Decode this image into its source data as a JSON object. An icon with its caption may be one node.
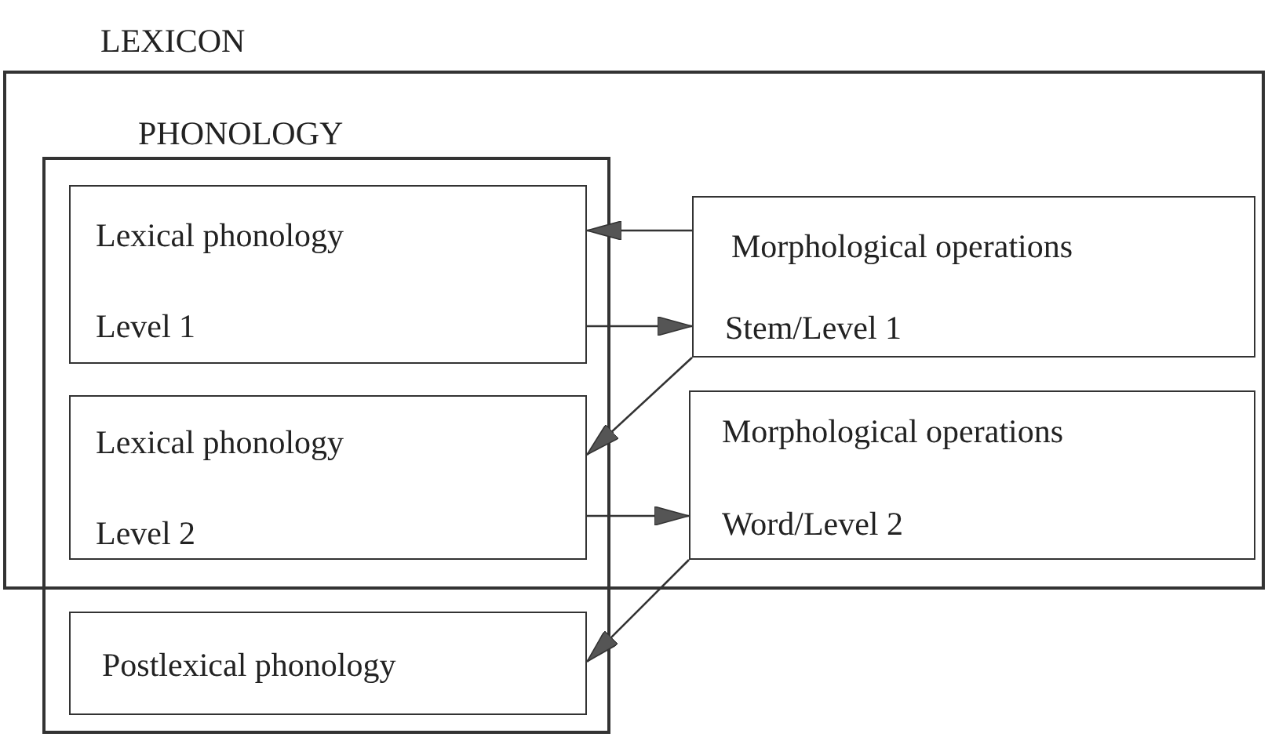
{
  "diagram": {
    "nodes": [
      {
        "text": [
          "LEXICON"
        ]
      },
      {
        "text": [],
        "shape": "box"
      },
      {
        "text": [
          "Lexical phonology",
          "Level 1"
        ]
      },
      {
        "text": [
          "Lexical phonology",
          "Level 2"
        ]
      },
      {
        "text": [
          "Postlexical phonology"
        ],
        "in": 1
      },
      {
        "text": [
          "Morphological operations",
          "Stem/Level 1"
        ],
        "in": 0
      },
      {
        "text": [
          "Morphological operations",
          "Word/Level 2"
        ],
        "in": 0
      }
    ],
    "edges": [
      {
        "from": 5,
        "to": 2,
        "arrow": "to"
      },
      {
        "from": 2,
        "to": 5,
        "arrow": "to"
      },
      {
        "from": 5,
        "to": 3,
        "arrow": "to"
      },
      {
        "from": 3,
        "to": 6,
        "arrow": "to"
      },
      {
        "from": 6,
        "to": 4,
        "arrow": "to"
      }
    ],
    "labels": [
      "PHONOLOGY"
    ]
  }
}
